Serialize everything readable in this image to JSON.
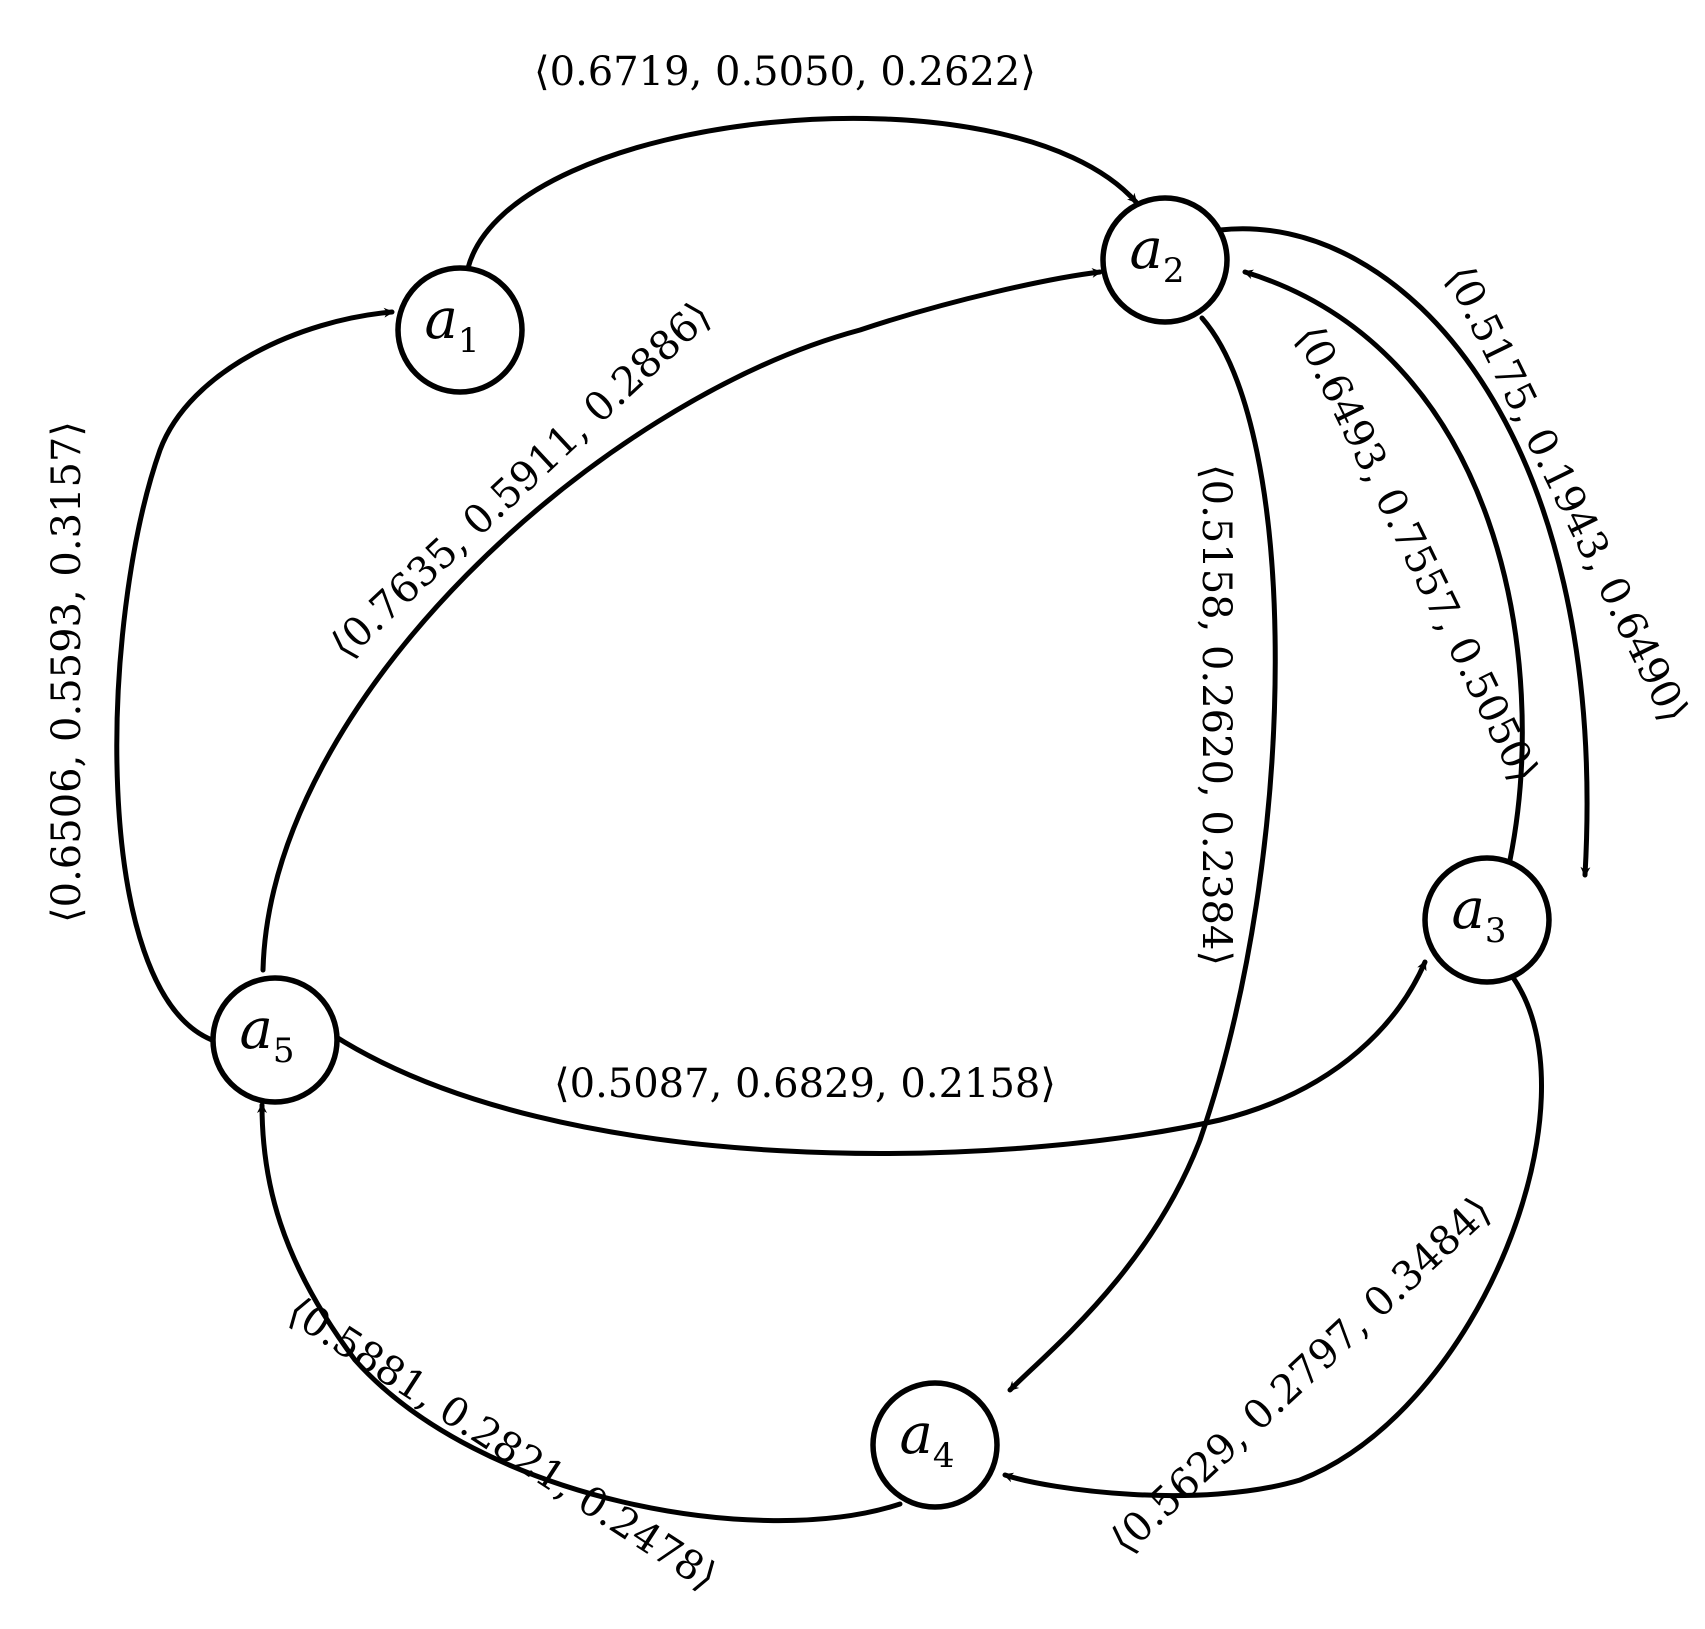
{
  "nodes": [
    {
      "id": "a1",
      "letter": "a",
      "sub": "1"
    },
    {
      "id": "a2",
      "letter": "a",
      "sub": "2"
    },
    {
      "id": "a3",
      "letter": "a",
      "sub": "3"
    },
    {
      "id": "a4",
      "letter": "a",
      "sub": "4"
    },
    {
      "id": "a5",
      "letter": "a",
      "sub": "5"
    }
  ],
  "edges": [
    {
      "id": "a1-a2",
      "from": "a1",
      "to": "a2",
      "label": "⟨0.6719, 0.5050, 0.2622⟩"
    },
    {
      "id": "a5-a1",
      "from": "a5",
      "to": "a1",
      "label": "⟨0.6506, 0.5593, 0.3157⟩"
    },
    {
      "id": "a5-a2",
      "from": "a5",
      "to": "a2",
      "label": "⟨0.7635, 0.5911, 0.2886⟩"
    },
    {
      "id": "a2-a4",
      "from": "a2",
      "to": "a4",
      "label": "⟨0.5158, 0.2620, 0.2384⟩"
    },
    {
      "id": "a3-a2",
      "from": "a3",
      "to": "a2",
      "label": "⟨0.6493, 0.7557, 0.5050⟩"
    },
    {
      "id": "a2-a3",
      "from": "a2",
      "to": "a3",
      "label": "⟨0.5175, 0.1943, 0.6490⟩"
    },
    {
      "id": "a5-a3",
      "from": "a5",
      "to": "a3",
      "label": "⟨0.5087, 0.6829, 0.2158⟩"
    },
    {
      "id": "a3-a4",
      "from": "a3",
      "to": "a4",
      "label": "⟨0.5629, 0.2797, 0.3484⟩"
    },
    {
      "id": "a4-a5",
      "from": "a4",
      "to": "a5",
      "label": "⟨0.5881, 0.2821, 0.2478⟩"
    }
  ],
  "colors": {
    "stroke": "#000000",
    "background": "#ffffff"
  }
}
